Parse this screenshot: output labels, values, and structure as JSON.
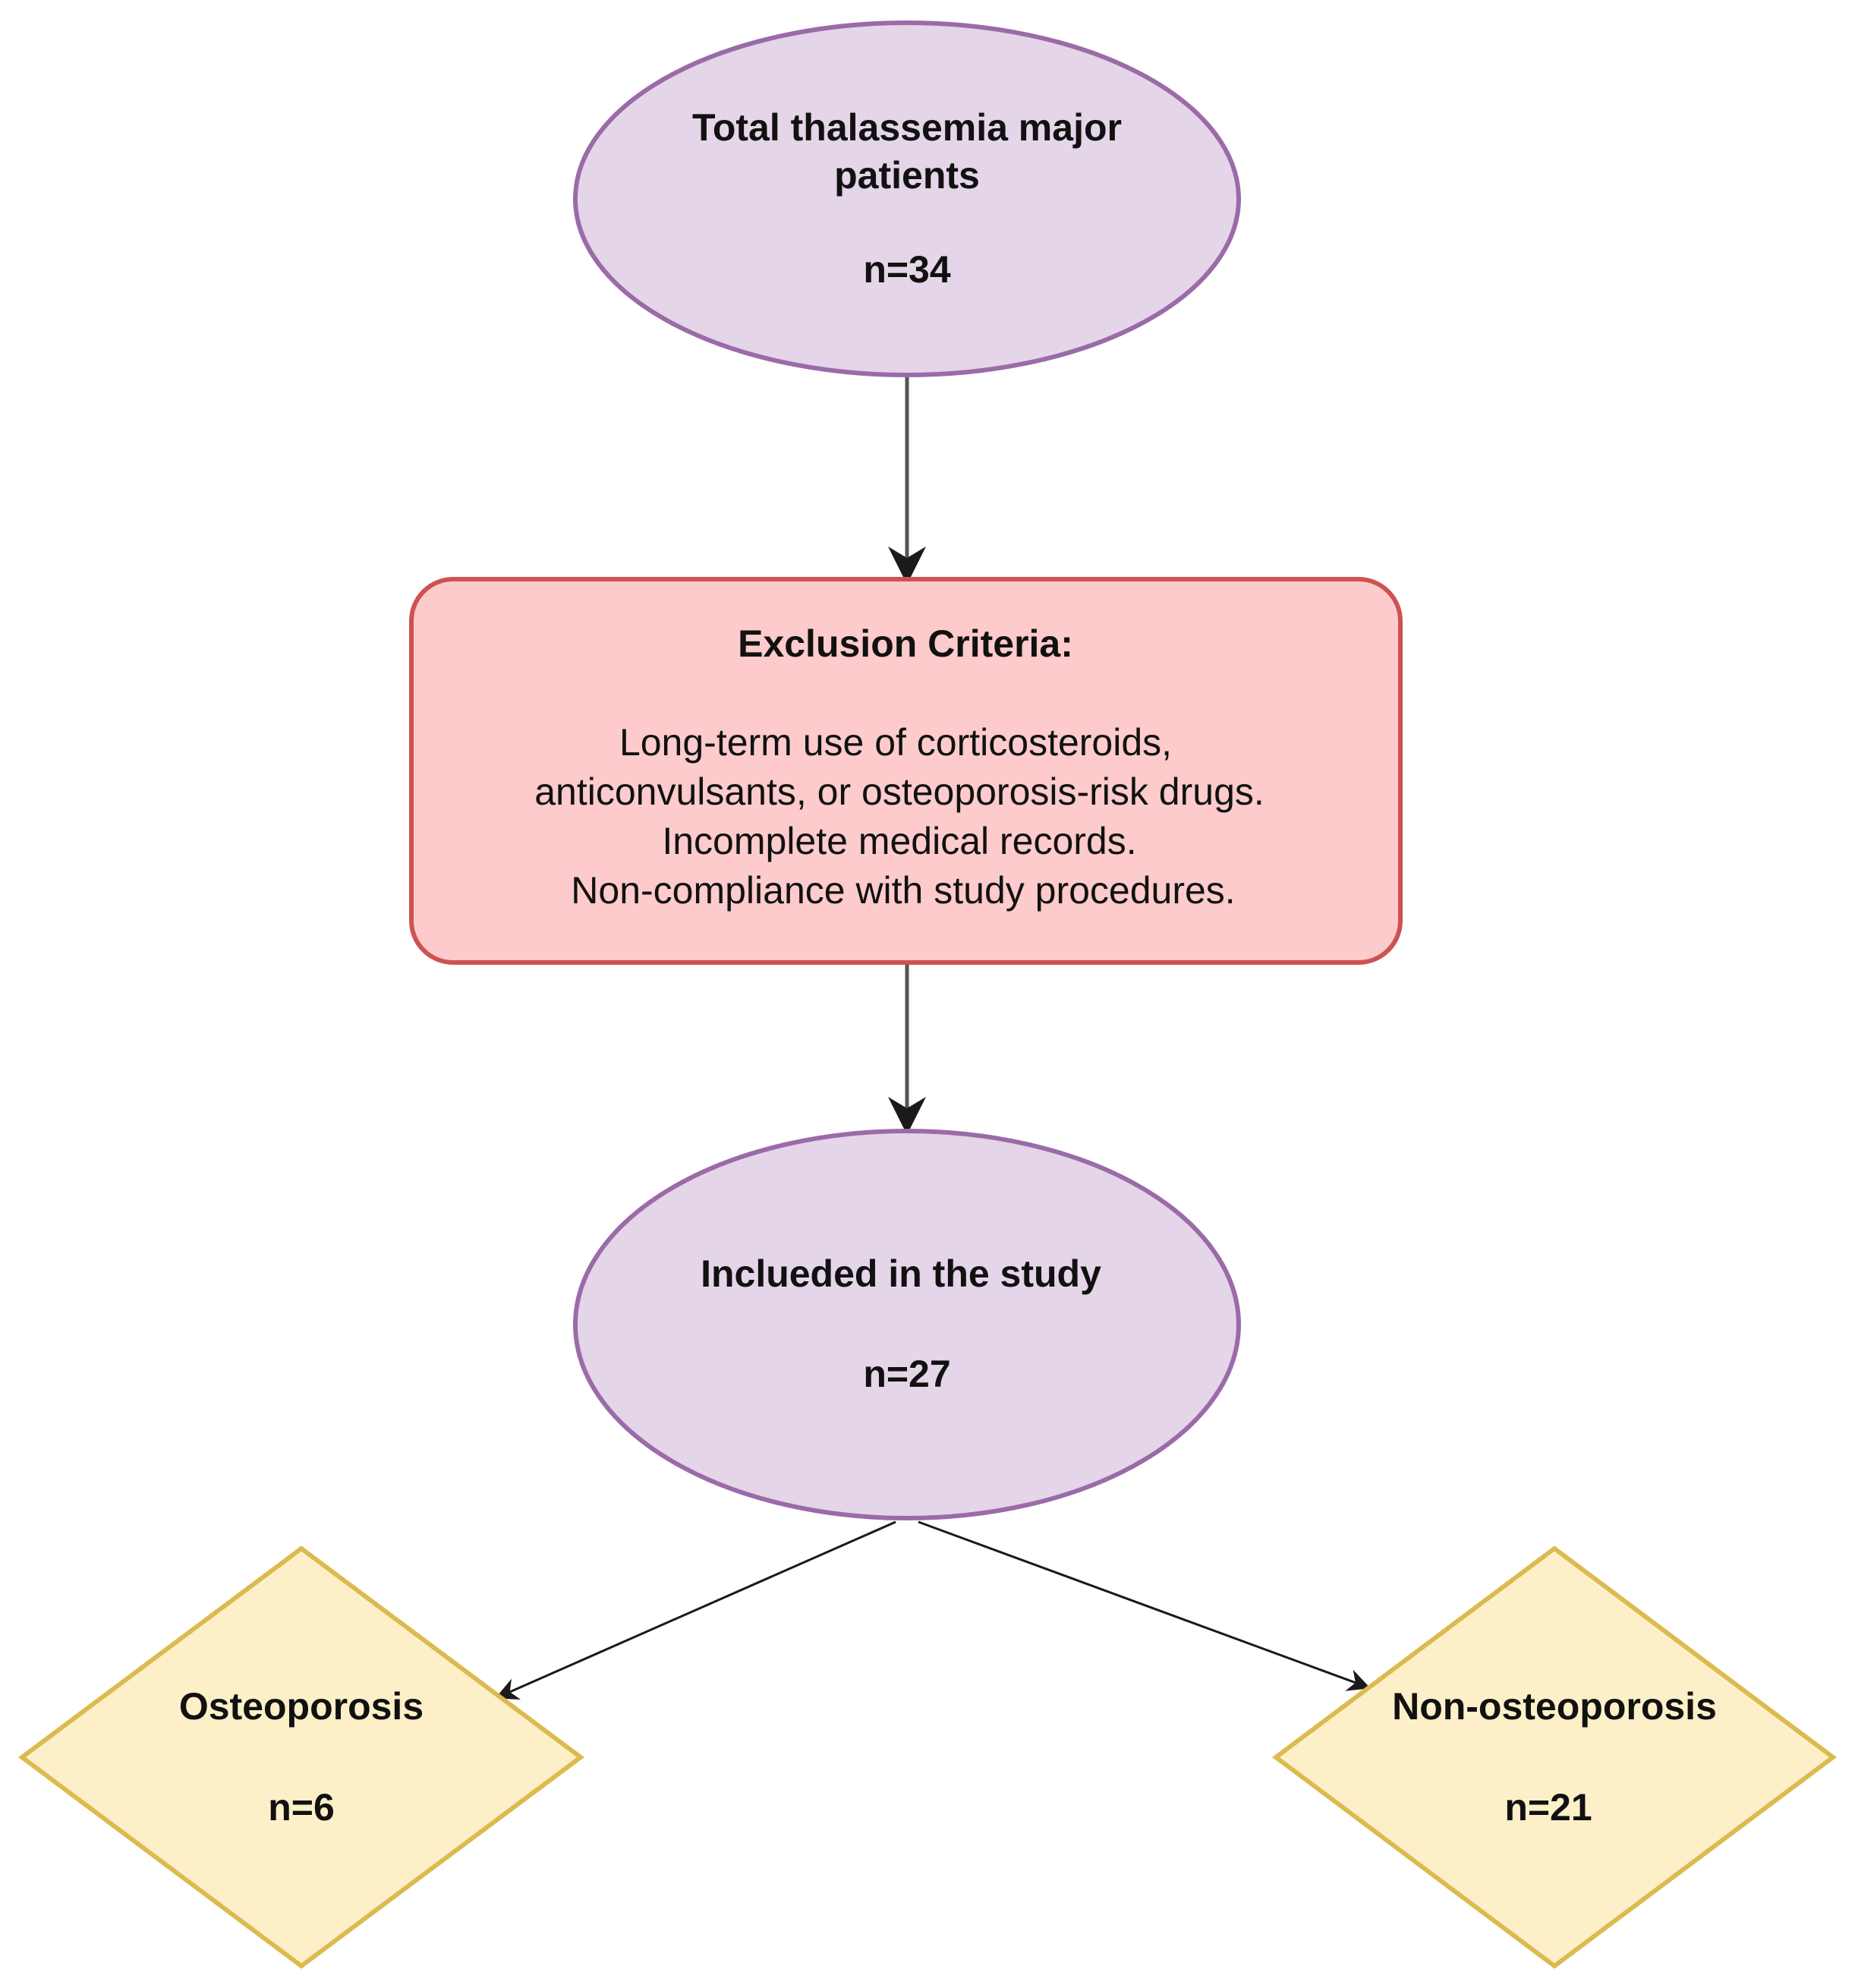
{
  "colors": {
    "ellipse_fill": "#e4d5e8",
    "ellipse_stroke": "#9b6ba8",
    "box_fill": "#fdcbcb",
    "box_stroke": "#cf5253",
    "diamond_fill": "#fdf0c8",
    "diamond_stroke": "#dbbb4f",
    "arrow": "#1a1a1a"
  },
  "nodes": {
    "total": {
      "title_line1": "Total thalassemia major",
      "title_line2": "patients",
      "count": "n=34"
    },
    "exclusion": {
      "title": "Exclusion Criteria:",
      "lines": [
        "Long-term use of corticosteroids,",
        "anticonvulsants, or osteoporosis-risk drugs.",
        "Incomplete medical records.",
        "Non-compliance with study procedures."
      ]
    },
    "included": {
      "title": "Inclueded in the study",
      "count": "n=27"
    },
    "osteoporosis": {
      "title": "Osteoporosis",
      "count": "n=6"
    },
    "non_osteoporosis": {
      "title": "Non-osteoporosis",
      "count": "n=21"
    }
  }
}
